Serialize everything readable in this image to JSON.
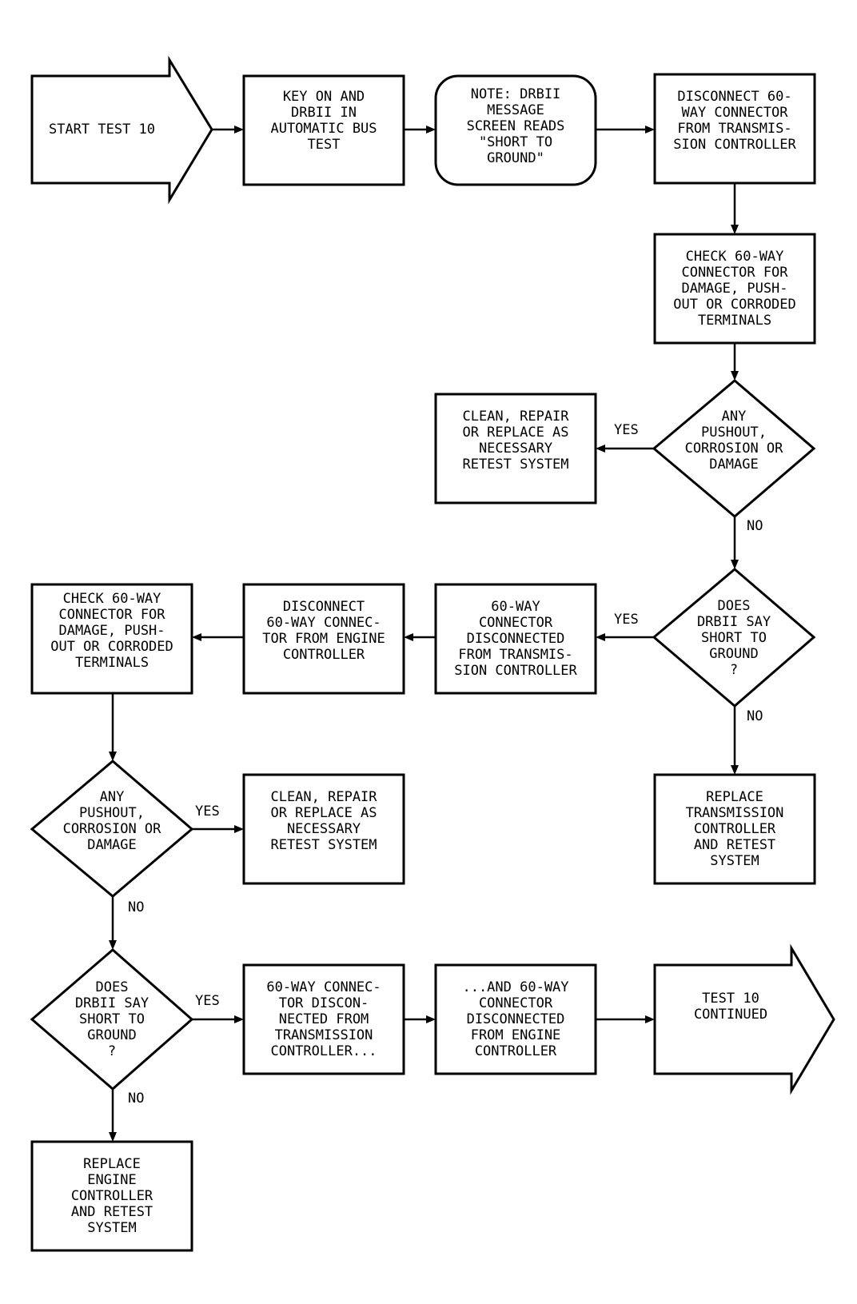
{
  "nodes": {
    "start": [
      "START TEST 10"
    ],
    "key_on": [
      "KEY ON AND",
      "DRBII IN",
      "AUTOMATIC BUS",
      "TEST"
    ],
    "note": [
      "NOTE: DRBII",
      "MESSAGE",
      "SCREEN READS",
      "\"SHORT TO",
      "GROUND\""
    ],
    "disconnect_tc": [
      "DISCONNECT 60-",
      "WAY CONNECTOR",
      "FROM TRANSMIS-",
      "SION CONTROLLER"
    ],
    "check_tc": [
      "CHECK 60-WAY",
      "CONNECTOR FOR",
      "DAMAGE, PUSH-",
      "OUT OR CORRODED",
      "TERMINALS"
    ],
    "clean_1": [
      "CLEAN, REPAIR",
      "OR REPLACE AS",
      "NECESSARY",
      "RETEST SYSTEM"
    ],
    "any_1": [
      "ANY",
      "PUSHOUT,",
      "CORROSION OR",
      "DAMAGE"
    ],
    "does_1": [
      "DOES",
      "DRBII SAY",
      "SHORT TO",
      "GROUND",
      "?"
    ],
    "tc_disconnected": [
      "60-WAY",
      "CONNECTOR",
      "DISCONNECTED",
      "FROM TRANSMIS-",
      "SION CONTROLLER"
    ],
    "disconnect_ec": [
      "DISCONNECT",
      "60-WAY CONNEC-",
      "TOR FROM ENGINE",
      "CONTROLLER"
    ],
    "check_ec": [
      "CHECK 60-WAY",
      "CONNECTOR FOR",
      "DAMAGE, PUSH-",
      "OUT OR CORRODED",
      "TERMINALS"
    ],
    "replace_tc": [
      "REPLACE",
      "TRANSMISSION",
      "CONTROLLER",
      "AND RETEST",
      "SYSTEM"
    ],
    "any_2": [
      "ANY",
      "PUSHOUT,",
      "CORROSION OR",
      "DAMAGE"
    ],
    "clean_2": [
      "CLEAN, REPAIR",
      "OR REPLACE AS",
      "NECESSARY",
      "RETEST SYSTEM"
    ],
    "does_2": [
      "DOES",
      "DRBII SAY",
      "SHORT TO",
      "GROUND",
      "?"
    ],
    "both_1": [
      "60-WAY CONNEC-",
      "TOR DISCON-",
      "NECTED FROM",
      "TRANSMISSION",
      "CONTROLLER..."
    ],
    "both_2": [
      "...AND 60-WAY",
      "CONNECTOR",
      "DISCONNECTED",
      "FROM ENGINE",
      "CONTROLLER"
    ],
    "continued": [
      "TEST 10",
      "CONTINUED"
    ],
    "replace_ec": [
      "REPLACE",
      "ENGINE",
      "CONTROLLER",
      "AND RETEST",
      "SYSTEM"
    ]
  },
  "branch_labels": {
    "yes_1": "YES",
    "no_1": "NO",
    "yes_2": "YES",
    "no_2": "NO",
    "yes_3": "YES",
    "no_3": "NO",
    "yes_4": "YES",
    "no_4": "NO"
  }
}
